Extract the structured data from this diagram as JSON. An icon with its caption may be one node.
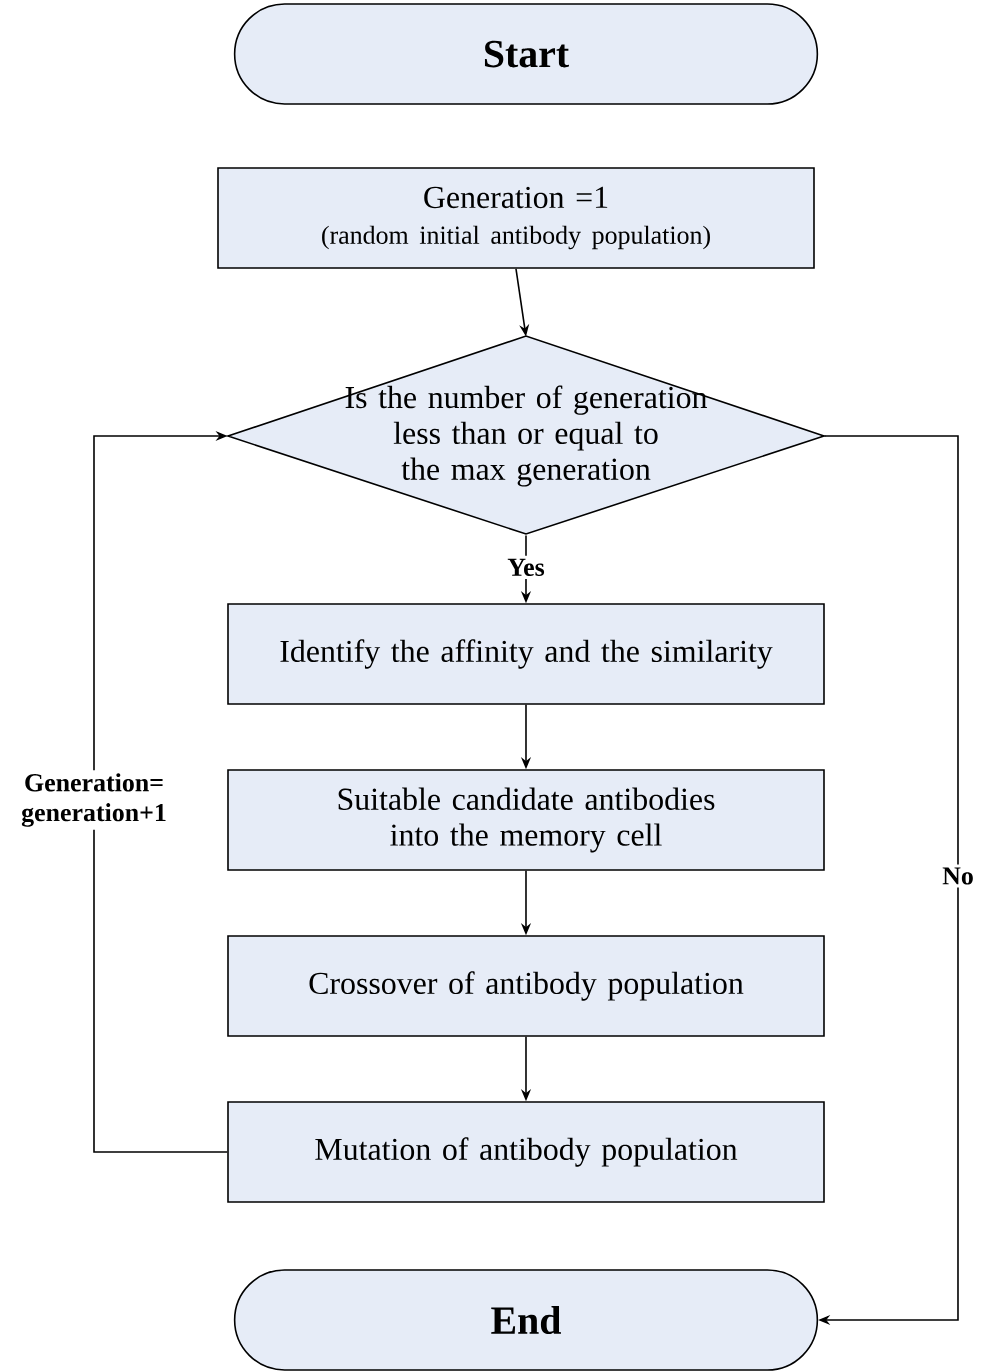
{
  "diagram": {
    "nodes": [
      {
        "text": [
          "Start"
        ]
      },
      {
        "text": [
          "Generation =1",
          "(random initial antibody population)"
        ]
      },
      {
        "text": [
          "Is the number of generation less than or equal to the max generation"
        ]
      },
      {
        "text": [
          "Identify the affinity and the similarity"
        ]
      },
      {
        "text": [
          "Suitable candidate antibodies into the memory cell"
        ]
      },
      {
        "text": [
          "Crossover of antibody population"
        ]
      },
      {
        "text": [
          "Mutation of antibody population"
        ]
      },
      {
        "text": [
          "End"
        ]
      }
    ],
    "edges": [
      {
        "from": 1,
        "to": 2,
        "arrow": "to"
      },
      {
        "from": 2,
        "to": 3,
        "arrow": "to",
        "label": "Yes"
      },
      {
        "from": 3,
        "to": 4,
        "arrow": "to"
      },
      {
        "from": 4,
        "to": 5,
        "arrow": "to"
      },
      {
        "from": 5,
        "to": 6,
        "arrow": "to"
      },
      {
        "from": 6,
        "to": 2,
        "arrow": "to",
        "label": "Generation= generation+1"
      },
      {
        "from": 2,
        "to": 7,
        "arrow": "to",
        "label": "No"
      }
    ]
  }
}
